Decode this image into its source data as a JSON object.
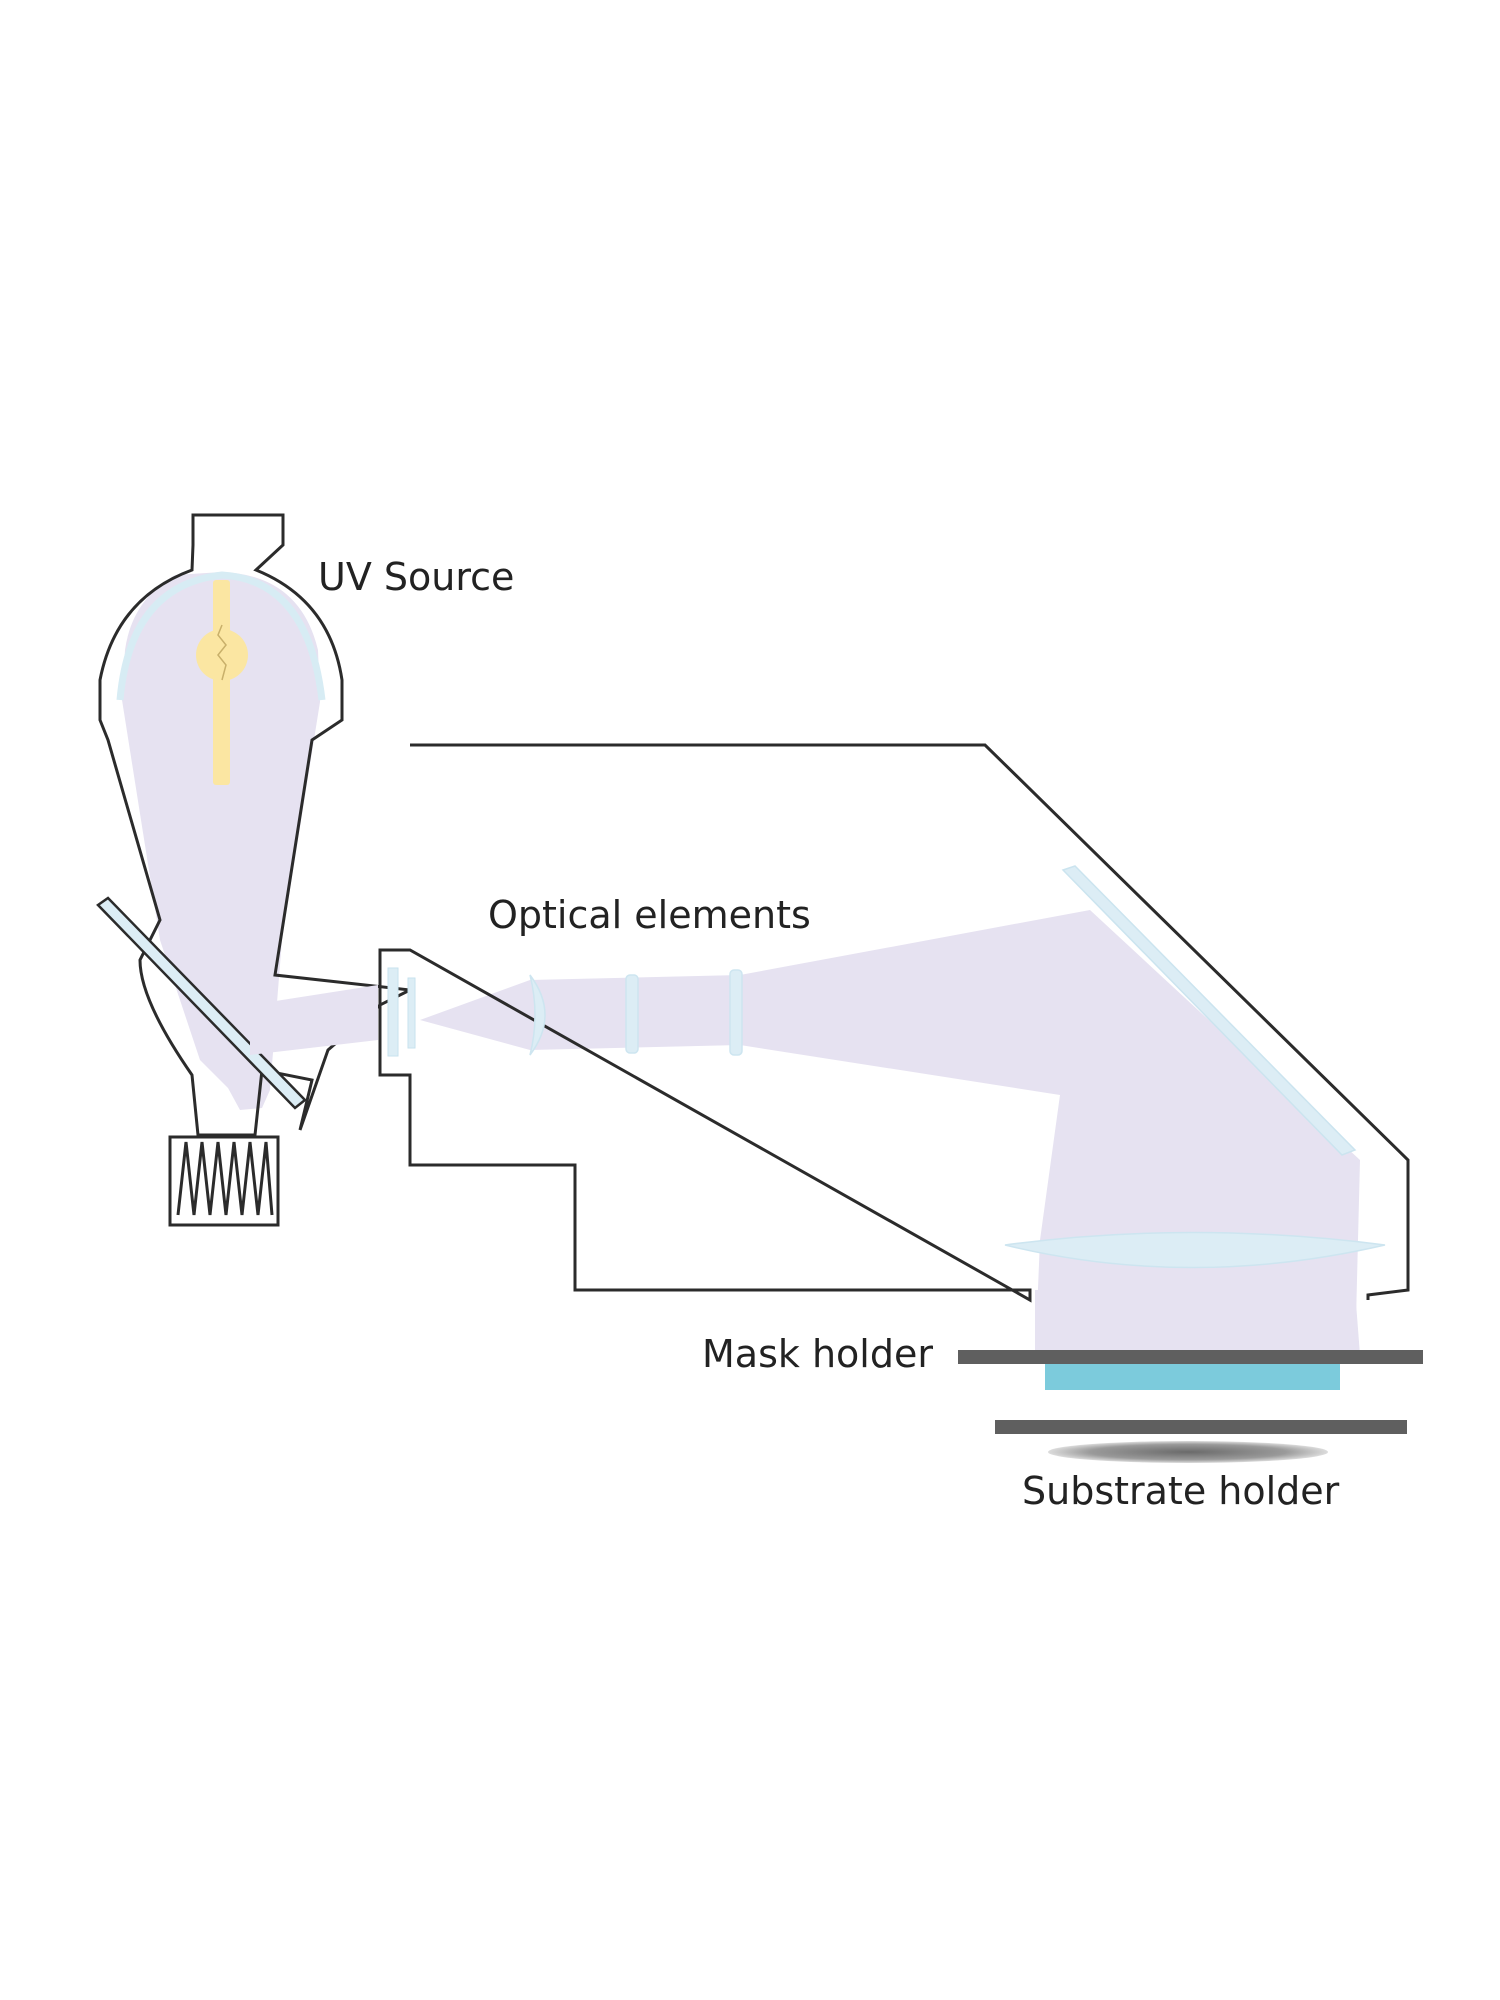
{
  "labels": {
    "uv_source": "UV Source",
    "optical_elements": "Optical elements",
    "mask_holder": "Mask holder",
    "substrate_holder": "Substrate holder"
  },
  "colors": {
    "outline": "#2b2b2b",
    "beam": "#e6e2f1",
    "lens": "#dcedf5",
    "lamp": "#fbe6a2",
    "mask": "#7ccbdc",
    "holder": "#5f5f5f",
    "substrate": "#8c8c8c"
  }
}
